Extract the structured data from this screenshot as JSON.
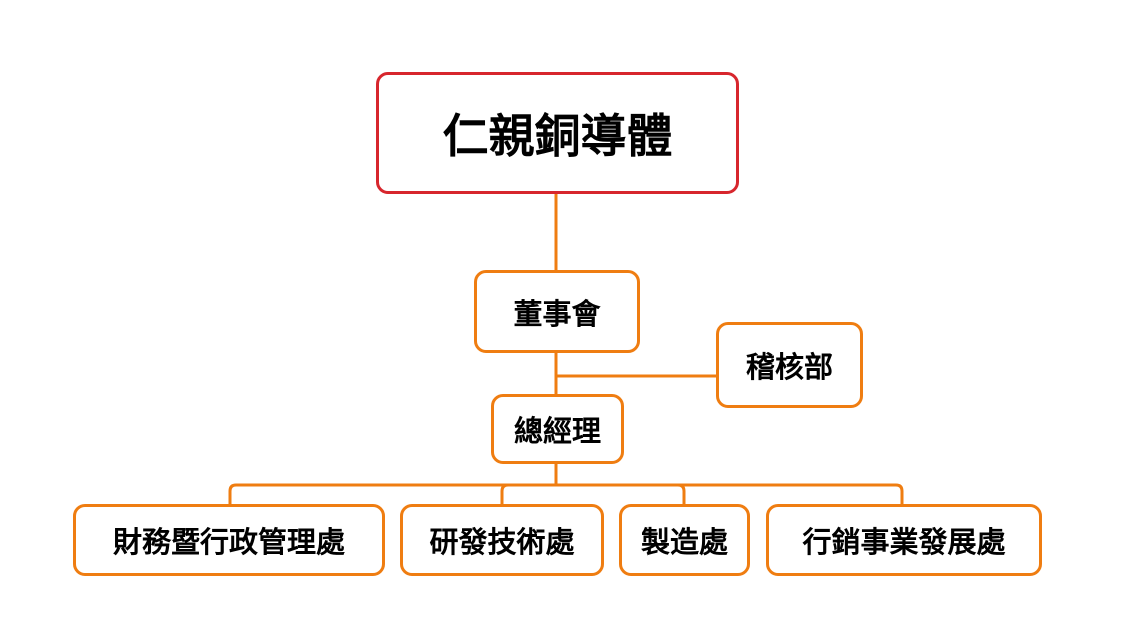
{
  "org_chart": {
    "company": "仁親銅導體",
    "board": "董事會",
    "audit": "稽核部",
    "general_manager": "總經理",
    "divisions": [
      "財務暨行政管理處",
      "研發技術處",
      "製造處",
      "行銷事業發展處"
    ]
  },
  "colors": {
    "root_border": "#d7262d",
    "unit_border": "#ef7d11",
    "connector": "#ef7d11",
    "text": "#000000"
  }
}
